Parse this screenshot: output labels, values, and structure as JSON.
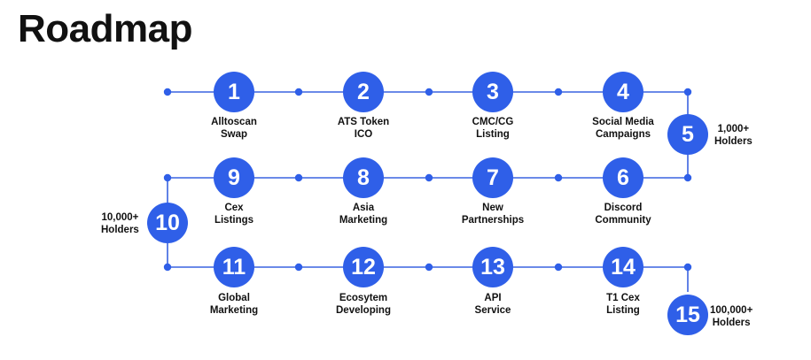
{
  "title": "Roadmap",
  "colors": {
    "accent": "#2f5fe8",
    "track": "#3a63e0"
  },
  "milestones": [
    {
      "number": "1",
      "line1": "Alltoscan",
      "line2": "Swap"
    },
    {
      "number": "2",
      "line1": "ATS Token",
      "line2": "ICO"
    },
    {
      "number": "3",
      "line1": "CMC/CG",
      "line2": "Listing"
    },
    {
      "number": "4",
      "line1": "Social Media",
      "line2": "Campaigns"
    },
    {
      "number": "5",
      "line1": "1,000+",
      "line2": "Holders"
    },
    {
      "number": "6",
      "line1": "Discord",
      "line2": "Community"
    },
    {
      "number": "7",
      "line1": "New",
      "line2": "Partnerships"
    },
    {
      "number": "8",
      "line1": "Asia",
      "line2": "Marketing"
    },
    {
      "number": "9",
      "line1": "Cex",
      "line2": "Listings"
    },
    {
      "number": "10",
      "line1": "10,000+",
      "line2": "Holders"
    },
    {
      "number": "11",
      "line1": "Global",
      "line2": "Marketing"
    },
    {
      "number": "12",
      "line1": "Ecosytem",
      "line2": "Developing"
    },
    {
      "number": "13",
      "line1": "API",
      "line2": "Service"
    },
    {
      "number": "14",
      "line1": "T1 Cex",
      "line2": "Listing"
    },
    {
      "number": "15",
      "line1": "100,000+",
      "line2": "Holders"
    }
  ]
}
